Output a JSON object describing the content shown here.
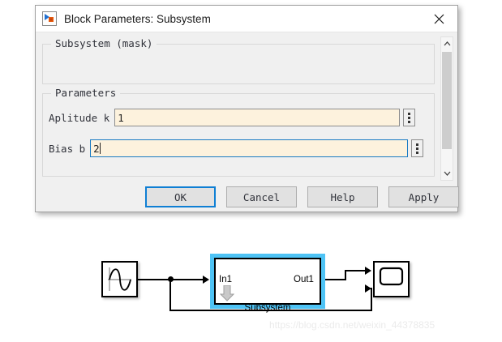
{
  "dialog": {
    "title": "Block Parameters: Subsystem",
    "app_icon": "simulink-icon",
    "close_label": "✕",
    "description_group": {
      "title": "Subsystem (mask)",
      "body": ""
    },
    "parameters_group": {
      "title": "Parameters",
      "fields": [
        {
          "label": "Aplitude k",
          "value": "1",
          "focused": false,
          "expand_icon": "vertical-ellipsis-icon"
        },
        {
          "label": "Bias b",
          "value": "2",
          "focused": true,
          "expand_icon": "vertical-ellipsis-icon"
        }
      ]
    },
    "scrollbar": {
      "up_icon": "chevron-up-icon",
      "down_icon": "chevron-down-icon"
    },
    "buttons": [
      {
        "label": "OK",
        "default": true
      },
      {
        "label": "Cancel",
        "default": false
      },
      {
        "label": "Help",
        "default": false
      },
      {
        "label": "Apply",
        "default": false
      }
    ]
  },
  "canvas": {
    "blocks": {
      "sine": {
        "name": "sine-wave-block",
        "icon": "sine-wave-icon"
      },
      "subsystem": {
        "name": "subsystem-block",
        "label": "Subsystem",
        "input_port": "In1",
        "output_port": "Out1",
        "selected": true,
        "mask_icon": "down-arrow-icon"
      },
      "scope": {
        "name": "scope-block",
        "icon": "scope-screen-icon"
      }
    }
  },
  "watermark": {
    "text": "https://blog.csdn.net/weixin_44378835"
  },
  "colors": {
    "selection_glow": "#4ec3f5",
    "field_background": "#fdf2dd",
    "focus_border": "#1a7bc4",
    "default_button_border": "#0f7fd4"
  }
}
